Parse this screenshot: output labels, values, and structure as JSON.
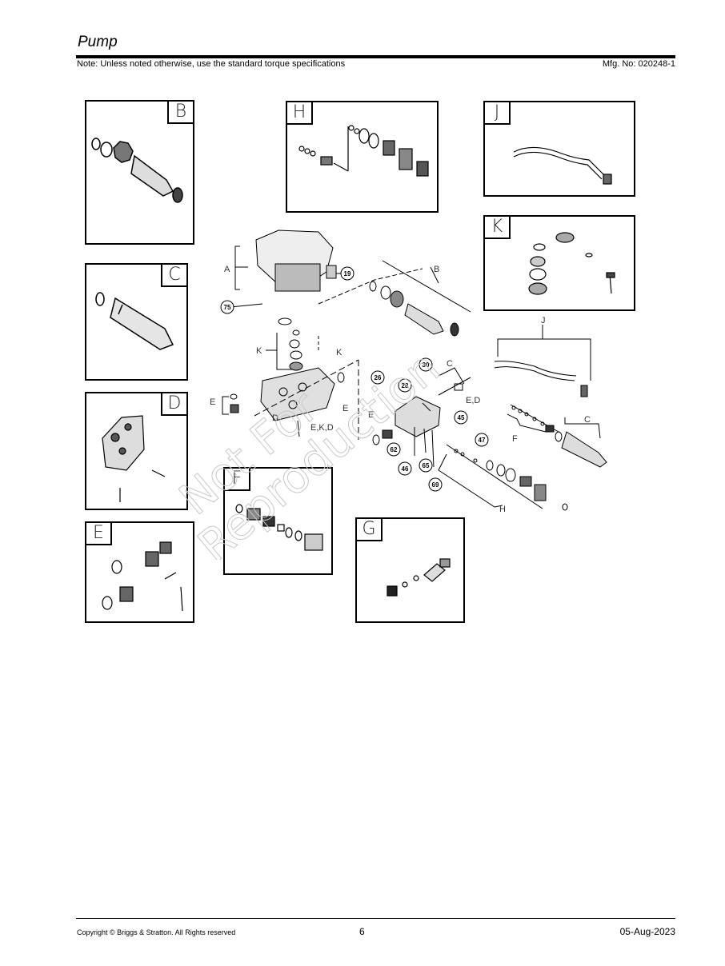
{
  "header": {
    "title": "Pump",
    "note": "Note: Unless noted otherwise, use the standard torque specifications",
    "mfg": "Mfg. No: 020248-1"
  },
  "insets": {
    "B": "B",
    "C": "C",
    "D": "D",
    "E": "E",
    "F": "F",
    "G": "G",
    "H": "H",
    "J": "J",
    "K": "K"
  },
  "diagram": {
    "group_labels": {
      "A": "A",
      "B": "B",
      "C1": "C",
      "C2": "C",
      "E1": "E",
      "E2": "E",
      "E3": "E",
      "E4": "E,D",
      "F": "F",
      "H": "H",
      "J": "J",
      "K1": "K",
      "K2": "K",
      "D": "D",
      "EKD": "E,K,D"
    },
    "callouts": {
      "c19": "19",
      "c75": "75",
      "c26": "26",
      "c28": "28",
      "c30": "30",
      "c45": "45",
      "c47": "47",
      "c62": "62",
      "c46": "46",
      "c65": "65",
      "c69": "69"
    }
  },
  "watermark": {
    "line1": "Not For",
    "line2": "Reproduction"
  },
  "footer": {
    "copyright": "Copyright ©  Briggs & Stratton. All Rights reserved",
    "page": "6",
    "date": "05-Aug-2023"
  }
}
